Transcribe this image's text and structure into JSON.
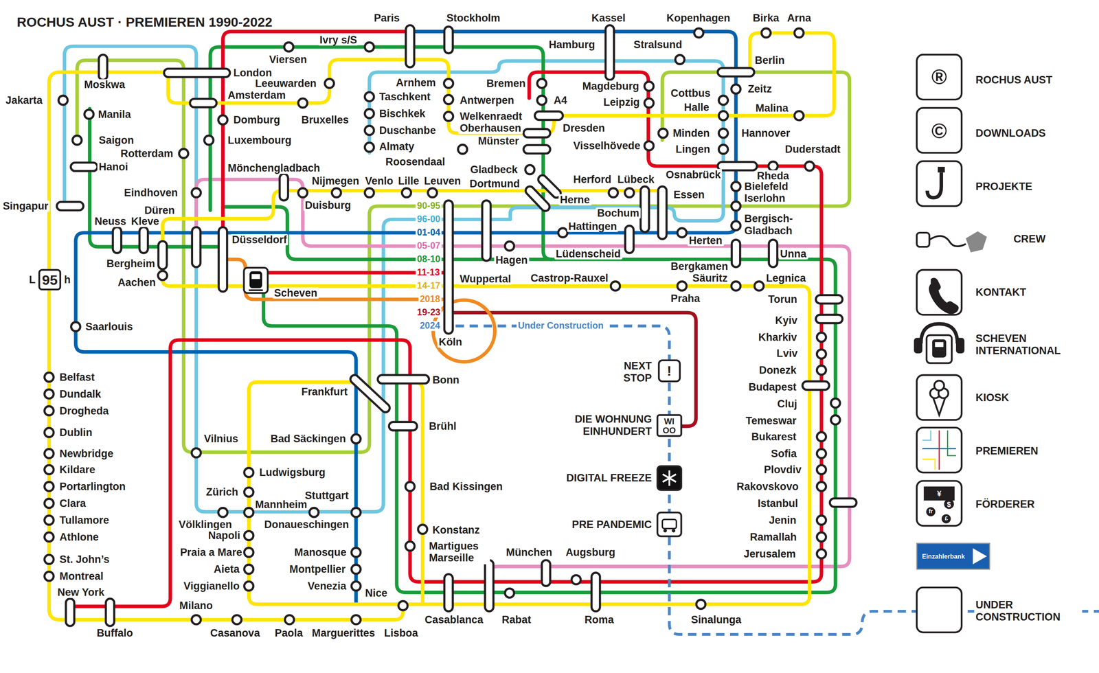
{
  "diagram": {
    "title": "ROCHUS AUST · PREMIEREN 1990-2022",
    "labels": [
      "Paris",
      "Stockholm",
      "Kassel",
      "Kopenhagen",
      "Birka",
      "Arna",
      "Ivry s/S",
      "Viersen",
      "Hamburg",
      "Stralsund",
      "London",
      "Berlin",
      "Moskwa",
      "Leeuwarden",
      "Amsterdam",
      "Arnhem",
      "Bremen",
      "Magdeburg",
      "Zeitz",
      "Jakarta",
      "Taschkent",
      "Antwerpen",
      "A4",
      "Leipzig",
      "Cottbus",
      "Halle",
      "Malina",
      "Manila",
      "Domburg",
      "Bruxelles",
      "Bischkek",
      "Welkenraedt",
      "Oberhausen",
      "Dresden",
      "Minden",
      "Hannover",
      "Saigon",
      "Luxembourg",
      "Duschanbe",
      "Münster",
      "Visselhövede",
      "Lingen",
      "Duderstadt",
      "Rotterdam",
      "Almaty",
      "Hanoi",
      "Roosendaal",
      "Gladbeck",
      "Osnabrück",
      "Rheda",
      "Mönchengladbach",
      "Bielefeld",
      "Singapur",
      "Eindhoven",
      "Nijmegen",
      "Venlo",
      "Lille",
      "Leuven",
      "Dortmund",
      "Herford",
      "Lübeck",
      "Essen",
      "Iserlohn",
      "Herne",
      "Duisburg",
      "Düren",
      "Bochum",
      "Neuss",
      "Kleve",
      "Bergisch- Gladbach",
      "Hattingen",
      "Düsseldorf",
      "Herten",
      "Lüdenscheid",
      "Unna",
      "Bergheim",
      "Hagen",
      "Bergkamen",
      "L",
      "95",
      "h",
      "Aachen",
      "Scheven",
      "Wuppertal",
      "Castrop-Rauxel",
      "Säuritz",
      "Legnica",
      "Praha",
      "Torun",
      "Saarlouis",
      "Köln",
      "Kyiv",
      "Kharkiv",
      "Lviv",
      "Donezk",
      "Budapest",
      "Cluj",
      "Temeswar",
      "Bukarest",
      "Sofia",
      "Plovdiv",
      "Rakovskovo",
      "Istanbul",
      "Jenin",
      "Ramallah",
      "Jerusalem",
      "Belfast",
      "Dundalk",
      "Drogheda",
      "Dublin",
      "Newbridge",
      "Kildare",
      "Portarlington",
      "Clara",
      "Tullamore",
      "Athlone",
      "St. John’s",
      "Montreal",
      "New York",
      "Buffalo",
      "Milano",
      "Casanova",
      "Paola",
      "Marguerittes",
      "Lisboa",
      "Nice",
      "Casablanca",
      "Rabat",
      "München",
      "Augsburg",
      "Roma",
      "Sinalunga",
      "Frankfurt",
      "Bonn",
      "Brühl",
      "Vilnius",
      "Bad Säckingen",
      "Ludwigsburg",
      "Zürich",
      "Mannheim",
      "Stuttgart",
      "Völklingen",
      "Donaueschingen",
      "Napoli",
      "Praia a Mare",
      "Aieta",
      "Viggianello",
      "Manosque",
      "Montpellier",
      "Venezia",
      "Bad Kissingen",
      "Konstanz",
      "Martigues Marseille",
      "90-95",
      "96-00",
      "01-04",
      "05-07",
      "08-10",
      "11-13",
      "14-17",
      "2018",
      "19-23",
      "2024",
      "Under Construction",
      "NEXT STOP",
      "DIE WOHNUNG EINHUNDERT",
      "DIGITAL FREEZE",
      "PRE PANDEMIC",
      "!",
      "WI",
      "OO",
      "®",
      "©",
      "¥",
      "$",
      "fr",
      "£",
      "Einzahlerbank"
    ],
    "legend": [
      {
        "text": "ROCHUS AUST"
      },
      {
        "text": "DOWNLOADS"
      },
      {
        "text": "PROJEKTE"
      },
      {
        "text": "CREW"
      },
      {
        "text": "KONTAKT"
      },
      {
        "text": "SCHEVEN INTERNATIONAL"
      },
      {
        "text": "KIOSK"
      },
      {
        "text": "PREMIEREN"
      },
      {
        "text": "FÖRDERER"
      },
      {
        "text": "UNDER CONSTRUCTION"
      }
    ]
  }
}
